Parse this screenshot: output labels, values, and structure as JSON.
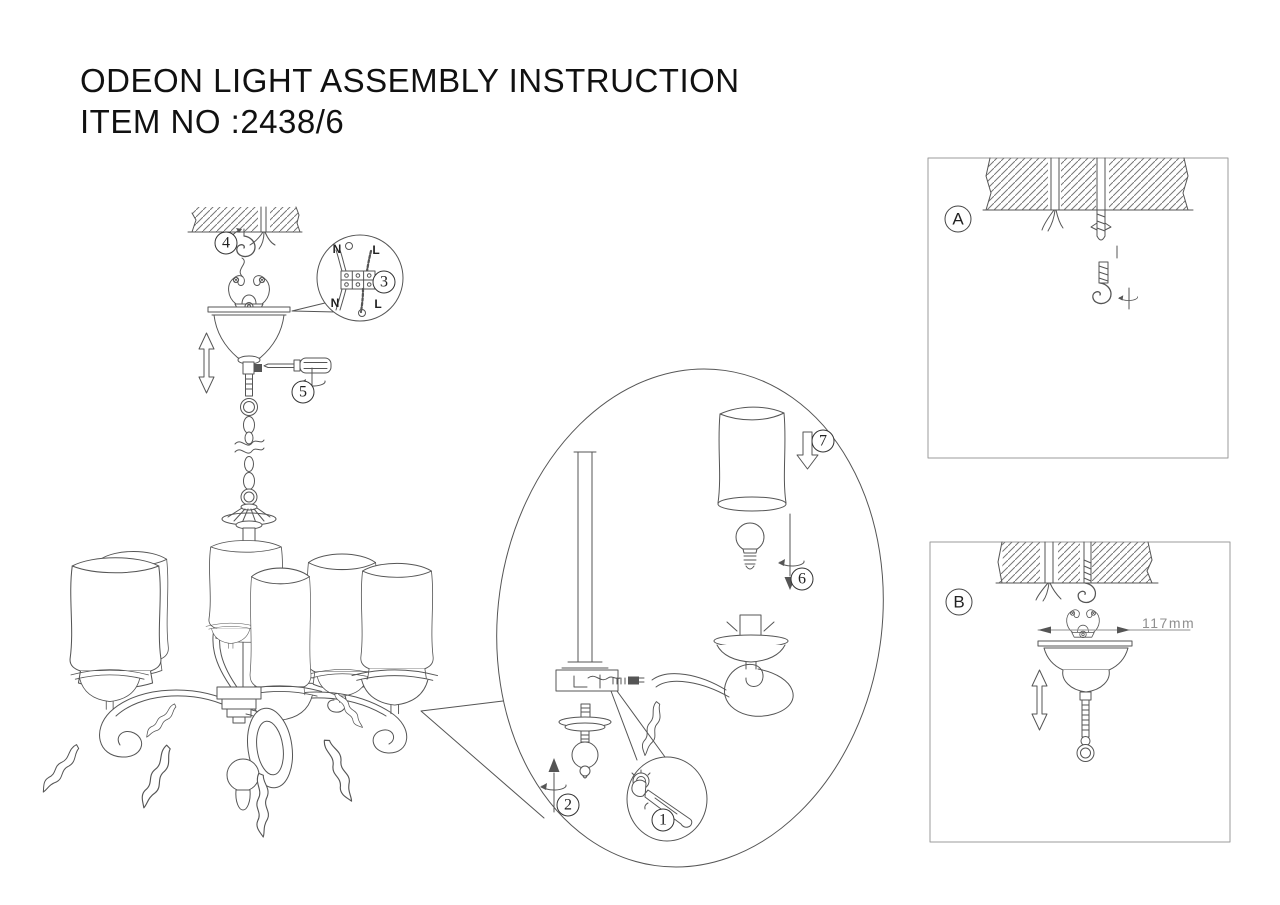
{
  "document": {
    "title": "ODEON LIGHT ASSEMBLY INSTRUCTION",
    "item_no": "ITEM NO :2438/6"
  },
  "callouts": {
    "step1": "1",
    "step2": "2",
    "step3": "3",
    "step4": "4",
    "step5": "5",
    "step6": "6",
    "step7": "7"
  },
  "wiring": {
    "top_neutral": "N",
    "top_live": "L",
    "bottom_neutral": "N",
    "bottom_live": "L"
  },
  "detail_a": {
    "label": "A"
  },
  "detail_b": {
    "label": "B",
    "canopy_width": "117mm"
  },
  "colors": {
    "line": "#555555",
    "hatch": "#777777",
    "box_border": "#9b9b9b",
    "dim": "#8f8f8f",
    "ink": "#111111",
    "paper": "#ffffff"
  }
}
